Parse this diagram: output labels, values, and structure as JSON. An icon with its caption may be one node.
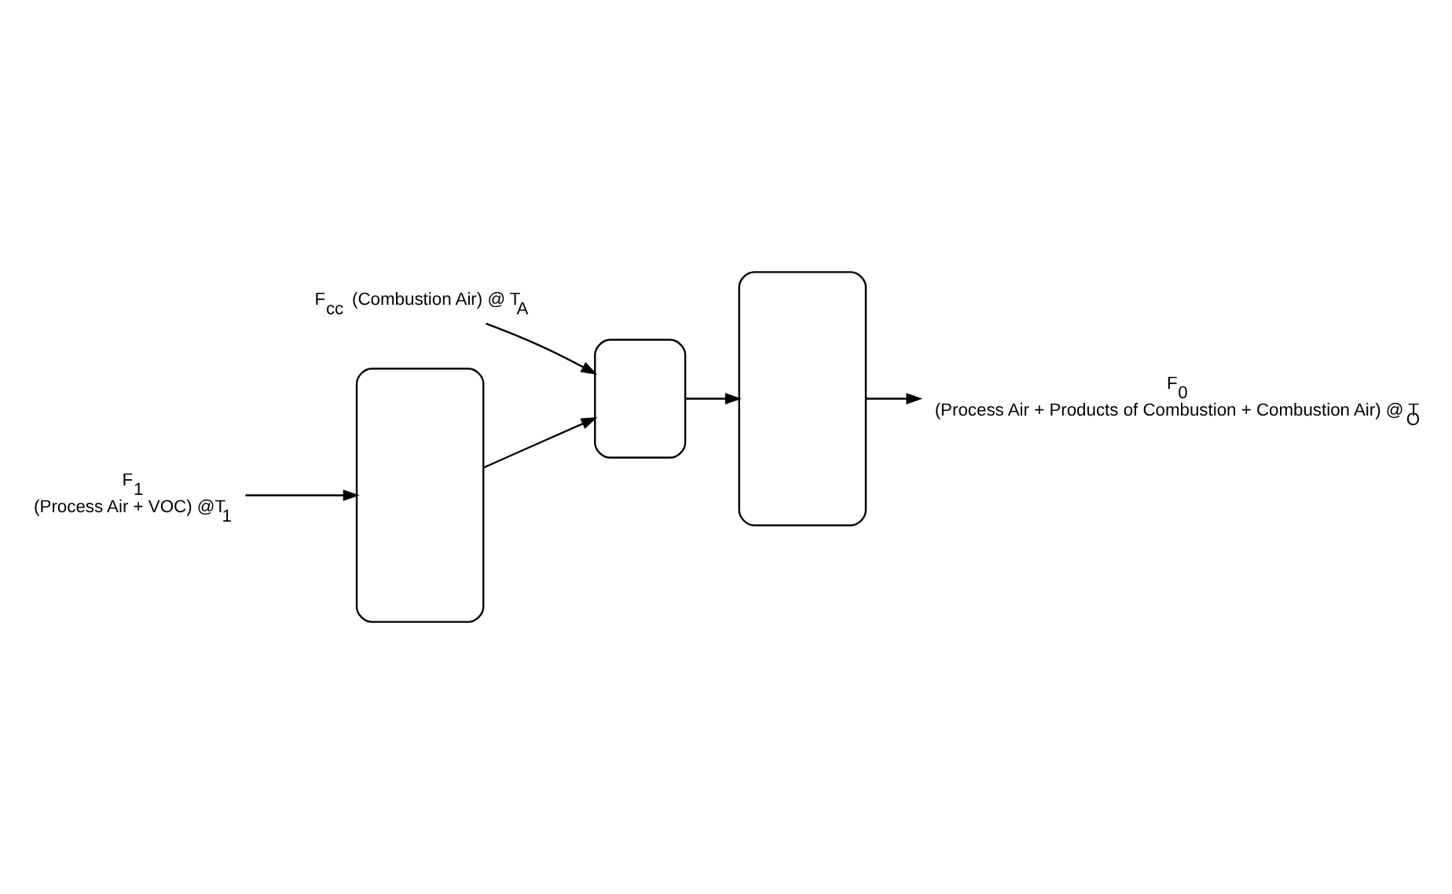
{
  "diagram": {
    "nodes": [
      {
        "text": [
          "F$_{cc}$ (Combustion Air) @ T$_{A}$"
        ]
      },
      {
        "text": [],
        "shape": "box"
      },
      {
        "text": [],
        "shape": "box"
      },
      {
        "text": [],
        "shape": "box"
      },
      {
        "text": [
          "F$_{1}$"
        ],
        "beside": [
          "(Process Air + VOC) @T$_{1}$"
        ]
      },
      {
        "text": [
          "F$_{0}$"
        ],
        "beside": [
          "(Process Air + Products of Combustion + Combustion Air) @ T$_{O}$"
        ]
      }
    ],
    "edges": [
      {
        "from": 0,
        "to": 2,
        "arrow": "to"
      },
      {
        "from": 4,
        "to": 1,
        "arrow": "to"
      },
      {
        "from": 1,
        "to": 2,
        "arrow": "to"
      },
      {
        "from": 2,
        "to": 3,
        "arrow": "to"
      },
      {
        "from": 3,
        "to": 5,
        "arrow": "to"
      }
    ]
  }
}
